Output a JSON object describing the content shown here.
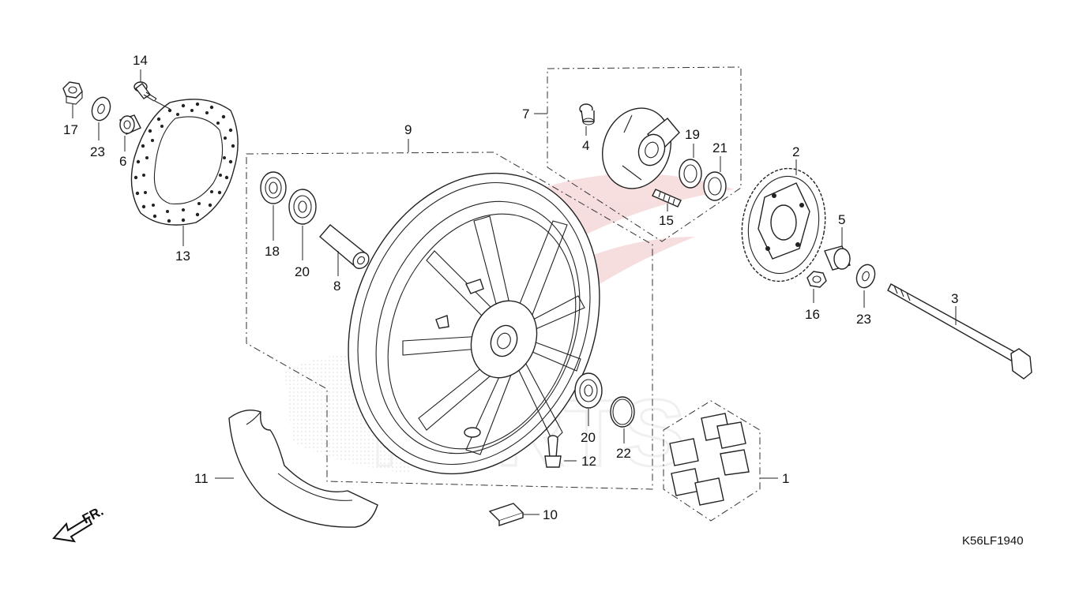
{
  "diagram": {
    "code": "K56LF1940",
    "direction_label": "FR.",
    "watermark_text": "PARTS",
    "watermark_color": "#e8a0a0",
    "callouts": {
      "c1": "1",
      "c2": "2",
      "c3": "3",
      "c4": "4",
      "c5": "5",
      "c6": "6",
      "c7": "7",
      "c8": "8",
      "c9": "9",
      "c10": "10",
      "c11": "11",
      "c12": "12",
      "c13": "13",
      "c14": "14",
      "c15": "15",
      "c16": "16",
      "c17": "17",
      "c18": "18",
      "c19": "19",
      "c20a": "20",
      "c20b": "20",
      "c21": "21",
      "c22": "22",
      "c23a": "23",
      "c23b": "23"
    }
  }
}
